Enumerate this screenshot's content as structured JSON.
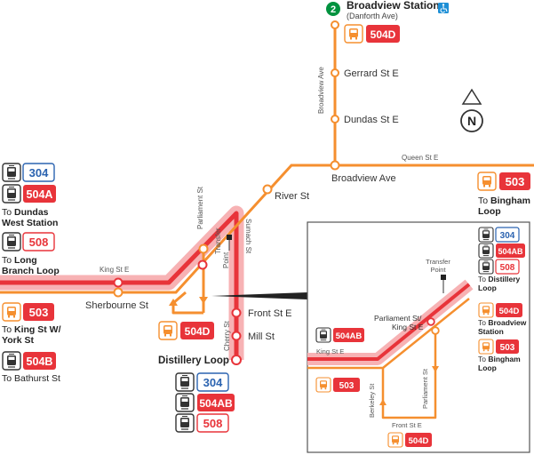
{
  "station": {
    "line_number": "2",
    "name": "Broadview Station",
    "subtitle": "(Danforth Ave)",
    "accessible_icon": "wheelchair-icon"
  },
  "north_label": "N",
  "colors": {
    "streetcar_red": "#e8343a",
    "streetcar_orange": "#f58f2f",
    "route_light_red": "#f7b2b4",
    "bus_blue": "#2b63b0",
    "subway_green": "#00923f",
    "accessible_blue": "#1d8fd6",
    "map_line": "#f58f2f"
  },
  "streets": {
    "broadview_ave_vertical": "Broadview Ave",
    "queen_st_e": "Queen St E",
    "parliament_st": "Parliament St",
    "sumach_st": "Sumach St",
    "king_st_e": "King St E",
    "cherry_st": "Cherry St",
    "transfer_point": [
      "Transfer",
      "Point"
    ]
  },
  "stops": {
    "gerrard": "Gerrard St E",
    "dundas": "Dundas St E",
    "broadview_ave": "Broadview Ave",
    "river": "River St",
    "sherbourne": "Sherbourne St",
    "front": "Front St E",
    "mill": "Mill St",
    "distillery": "Distillery Loop"
  },
  "route_badges": {
    "station_504d": "504D",
    "queen_503": "503",
    "west_304": "304",
    "west_504a": "504A",
    "west_508": "508",
    "sw_503": "503",
    "sw_504b": "504B",
    "parliament_504d": "504D",
    "loop_304": "304",
    "loop_504ab": "504AB",
    "loop_508": "508"
  },
  "destinations": {
    "bingham": [
      "To ",
      "Bingham",
      "Loop"
    ],
    "dundas_west": [
      "To ",
      "Dundas",
      "West Station"
    ],
    "long_branch": [
      "To ",
      "Long",
      "Branch Loop"
    ],
    "king_york": [
      "To ",
      "King St W/",
      "York St"
    ],
    "bathurst": "To Bathurst St"
  },
  "inset": {
    "streets": {
      "king_st_e": "King St E",
      "berkeley_st": "Berkeley St",
      "parliament_st": "Parliament St",
      "front_st_e": "Front St E",
      "transfer_point": [
        "Transfer",
        "Point"
      ]
    },
    "stop": [
      "Parliament St/",
      "King St E"
    ],
    "badges": {
      "r304": "304",
      "r504ab": "504AB",
      "r508": "508",
      "left_504ab": "504AB",
      "left_503": "503",
      "r504d": "504D",
      "r503": "503",
      "bottom_504d": "504D"
    },
    "destinations": {
      "distillery": [
        "To ",
        "Distillery",
        "Loop"
      ],
      "broadview": [
        "To ",
        "Broadview",
        "Station"
      ],
      "bingham": [
        "To ",
        "Bingham",
        "Loop"
      ]
    }
  }
}
